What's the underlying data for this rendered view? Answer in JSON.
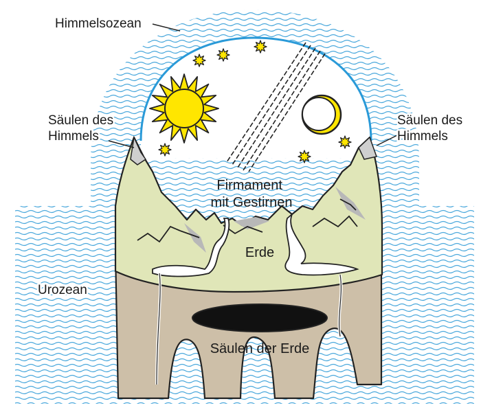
{
  "labels": {
    "sky_ocean": "Himmelsozean",
    "pillars_heaven_left": [
      "Säulen des",
      "Himmels"
    ],
    "pillars_heaven_right": [
      "Säulen des",
      "Himmels"
    ],
    "firmament": [
      "Firmament",
      "mit Gestirnen"
    ],
    "earth": "Erde",
    "primal_ocean": "Urozean",
    "pillars_earth": "Säulen der Erde"
  },
  "icons": {
    "sun": "sun-icon",
    "moon": "crescent-moon-icon",
    "star": "star-icon",
    "meteor": "meteor-streak-icon"
  },
  "colors": {
    "water_wave": "#4aa8dc",
    "dome_outline": "#2a9ad8",
    "sun_fill": "#ffe600",
    "earth_green": "#e0e6b8",
    "earth_brown": "#cdbfa8",
    "cave_black": "#111111",
    "rock_gray": "#b8b8b8",
    "outline": "#222222"
  }
}
